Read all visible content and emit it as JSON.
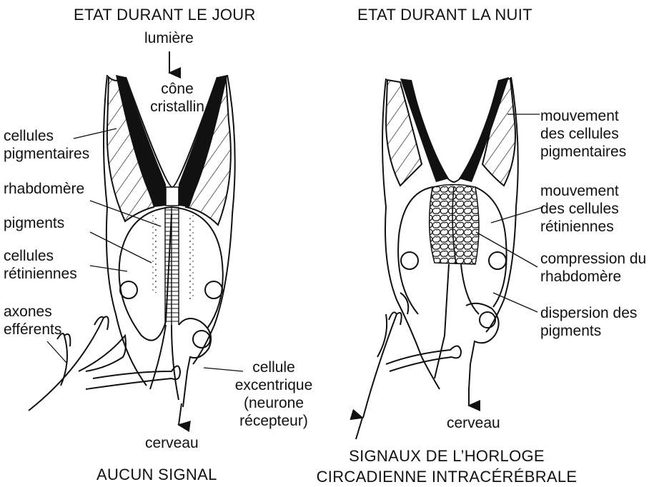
{
  "titles": {
    "day": "ETAT DURANT LE JOUR",
    "night": "ETAT DURANT LA NUIT"
  },
  "day": {
    "light": "lumière",
    "cone": [
      "cône",
      "cristallin"
    ],
    "pigment_cells": [
      "cellules",
      "pigmentaires"
    ],
    "rhabdomere": "rhabdomère",
    "pigments": "pigments",
    "retinal_cells": [
      "cellules",
      "rétiniennes"
    ],
    "efferent_axons": [
      "axones",
      "efférents"
    ],
    "eccentric_cell": [
      "cellule",
      "excentrique",
      "(neurone",
      "récepteur)"
    ],
    "brain": "cerveau",
    "caption": "AUCUN SIGNAL"
  },
  "night": {
    "pigment_move": [
      "mouvement",
      "des cellules",
      "pigmentaires"
    ],
    "retinal_move": [
      "mouvement",
      "des cellules",
      "rétiniennes"
    ],
    "rhabdomere_compression": [
      "compression du",
      "rhabdomère"
    ],
    "pigment_dispersion": [
      "dispersion des",
      "pigments"
    ],
    "brain": "cerveau",
    "caption": [
      "SIGNAUX DE L’HORLOGE",
      "CIRCADIENNE INTRACÉRÉBRALE"
    ]
  },
  "colors": {
    "ink": "#111111",
    "background": "#ffffff"
  }
}
